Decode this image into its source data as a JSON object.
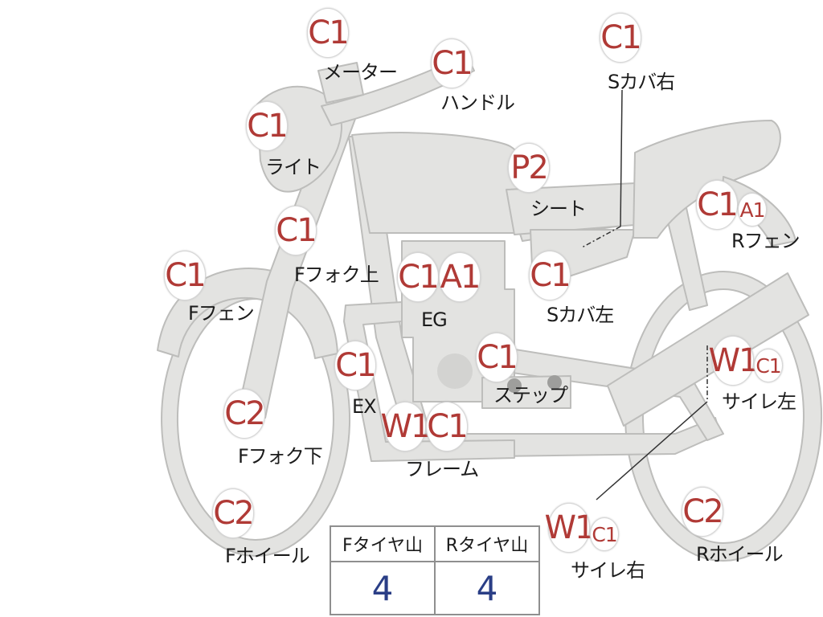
{
  "parts": [
    {
      "id": "meter",
      "label": "メーター",
      "grades": [
        "C1"
      ]
    },
    {
      "id": "handle",
      "label": "ハンドル",
      "grades": [
        "C1"
      ]
    },
    {
      "id": "side-cover-right",
      "label": "Sカバ右",
      "grades": [
        "C1"
      ]
    },
    {
      "id": "light",
      "label": "ライト",
      "grades": [
        "C1"
      ]
    },
    {
      "id": "seat",
      "label": "シート",
      "grades": [
        "P2"
      ]
    },
    {
      "id": "rear-fender",
      "label": "Rフェン",
      "grades": [
        "C1",
        "A1"
      ]
    },
    {
      "id": "front-fork-upper",
      "label": "Fフォク上",
      "grades": [
        "C1"
      ]
    },
    {
      "id": "front-fender",
      "label": "Fフェン",
      "grades": [
        "C1"
      ]
    },
    {
      "id": "engine",
      "label": "EG",
      "grades": [
        "C1",
        "A1"
      ]
    },
    {
      "id": "side-cover-left",
      "label": "Sカバ左",
      "grades": [
        "C1"
      ]
    },
    {
      "id": "exhaust",
      "label": "EX",
      "grades": [
        "C1"
      ]
    },
    {
      "id": "step",
      "label": "ステップ",
      "grades": [
        "C1"
      ]
    },
    {
      "id": "muffler-left",
      "label": "サイレ左",
      "grades": [
        "W1",
        "C1"
      ]
    },
    {
      "id": "front-fork-lower",
      "label": "Fフォク下",
      "grades": [
        "C2"
      ]
    },
    {
      "id": "frame",
      "label": "フレーム",
      "grades": [
        "W1",
        "C1"
      ]
    },
    {
      "id": "front-wheel",
      "label": "Fホイール",
      "grades": [
        "C2"
      ]
    },
    {
      "id": "muffler-right",
      "label": "サイレ右",
      "grades": [
        "W1",
        "C1"
      ]
    },
    {
      "id": "rear-wheel",
      "label": "Rホイール",
      "grades": [
        "C2"
      ]
    }
  ],
  "tire_table": {
    "headers": [
      "Fタイヤ山",
      "Rタイヤ山"
    ],
    "values": [
      "4",
      "4"
    ]
  },
  "colors": {
    "grade_text": "#b03a36",
    "tire_value": "#2a3e86",
    "bike_fill": "#e3e3e1",
    "bike_stroke": "#bdbdbb"
  }
}
